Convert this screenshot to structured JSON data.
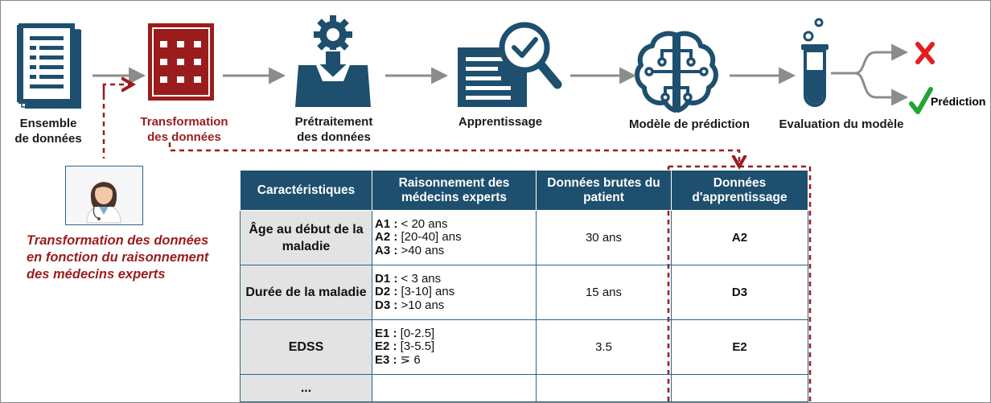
{
  "steps": [
    {
      "id": "dataset",
      "line1": "Ensemble",
      "line2": "de données"
    },
    {
      "id": "transformation",
      "line1": "Transformation",
      "line2": "des données"
    },
    {
      "id": "preprocessing",
      "line1": "Prétraitement",
      "line2": "des données"
    },
    {
      "id": "learning",
      "line1": "Apprentissage",
      "line2": ""
    },
    {
      "id": "model",
      "line1": "Modèle de prédiction",
      "line2": ""
    },
    {
      "id": "evaluation",
      "line1": "Evaluation du modèle",
      "line2": ""
    }
  ],
  "outputs": {
    "prediction_label": "Prédiction"
  },
  "doctor_caption": {
    "line1": "Transformation des données",
    "line2": "en fonction du raisonnement",
    "line3": "des médecins experts"
  },
  "table": {
    "headers": [
      "Caractéristiques",
      "Raisonnement des médecins experts",
      "Données brutes du patient",
      "Données d'apprentissage"
    ],
    "rows": [
      {
        "feature": "Âge au début de la maladie",
        "reasoning": [
          {
            "code": "A1 :",
            "range": " < 20 ans"
          },
          {
            "code": "A2 :",
            "range": " [20-40] ans"
          },
          {
            "code": "A3 :",
            "range": " >40 ans"
          }
        ],
        "raw": "30 ans",
        "learn": "A2"
      },
      {
        "feature": "Durée de la maladie",
        "reasoning": [
          {
            "code": "D1 :",
            "range": " < 3 ans"
          },
          {
            "code": "D2 :",
            "range": " [3-10] ans"
          },
          {
            "code": "D3 :",
            "range": " >10 ans"
          }
        ],
        "raw": "15 ans",
        "learn": "D3"
      },
      {
        "feature": "EDSS",
        "reasoning": [
          {
            "code": "E1 :",
            "range": " [0-2.5]"
          },
          {
            "code": "E2 :",
            "range": " [3-5.5]"
          },
          {
            "code": "E3 :",
            "range": " ⋝ 6"
          }
        ],
        "raw": "3.5",
        "learn": "E2"
      },
      {
        "feature": "...",
        "reasoning": [],
        "raw": "",
        "learn": ""
      }
    ]
  },
  "colors": {
    "navy": "#1e4f6e",
    "dark_red": "#9b1c1c",
    "arrow_gray": "#8c8c8c",
    "red_x": "#e41e1e",
    "green_check": "#22a436"
  },
  "icons": [
    "document-icon",
    "building-grid-icon",
    "gear-inbox-icon",
    "magnifier-check-icon",
    "brain-circuit-icon",
    "test-tube-icon",
    "doctor-avatar-icon",
    "red-x-icon",
    "green-check-icon"
  ]
}
